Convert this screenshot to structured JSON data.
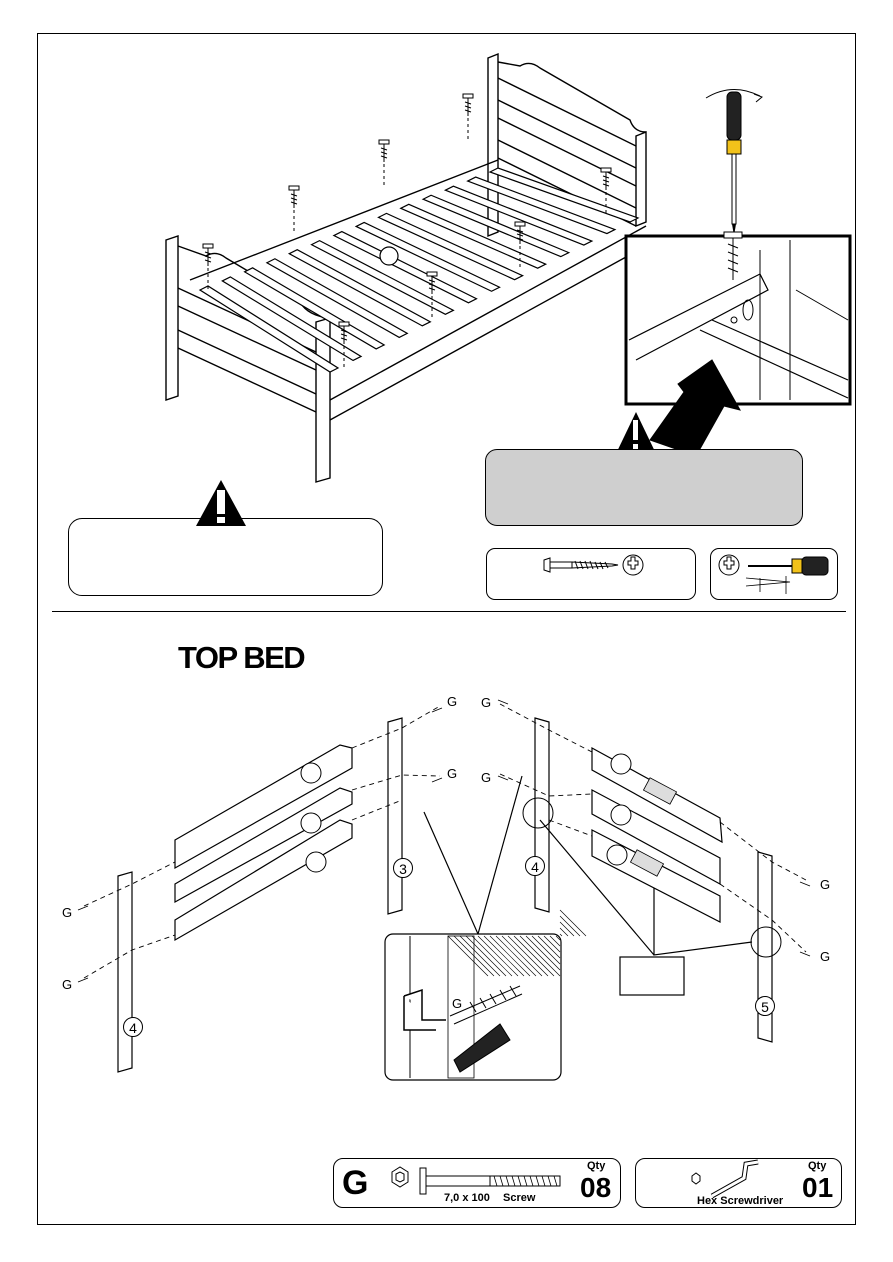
{
  "section_title": "TOP BED",
  "screw_label": "G",
  "post_numbers": {
    "left_outer": "4",
    "left_inner": "3",
    "right_inner": "4",
    "right_outer": "5"
  },
  "hardware_g": {
    "letter": "G",
    "spec": "7,0 x 100",
    "name": "Screw",
    "qty_label": "Qty",
    "qty": "08"
  },
  "hardware_tool": {
    "name": "Hex Screwdriver",
    "qty_label": "Qty",
    "qty": "01"
  },
  "icons": [
    "warning-icon",
    "screwdriver-icon",
    "screw-icon",
    "phillips-head-icon",
    "hex-key-icon",
    "arrow-icon"
  ]
}
